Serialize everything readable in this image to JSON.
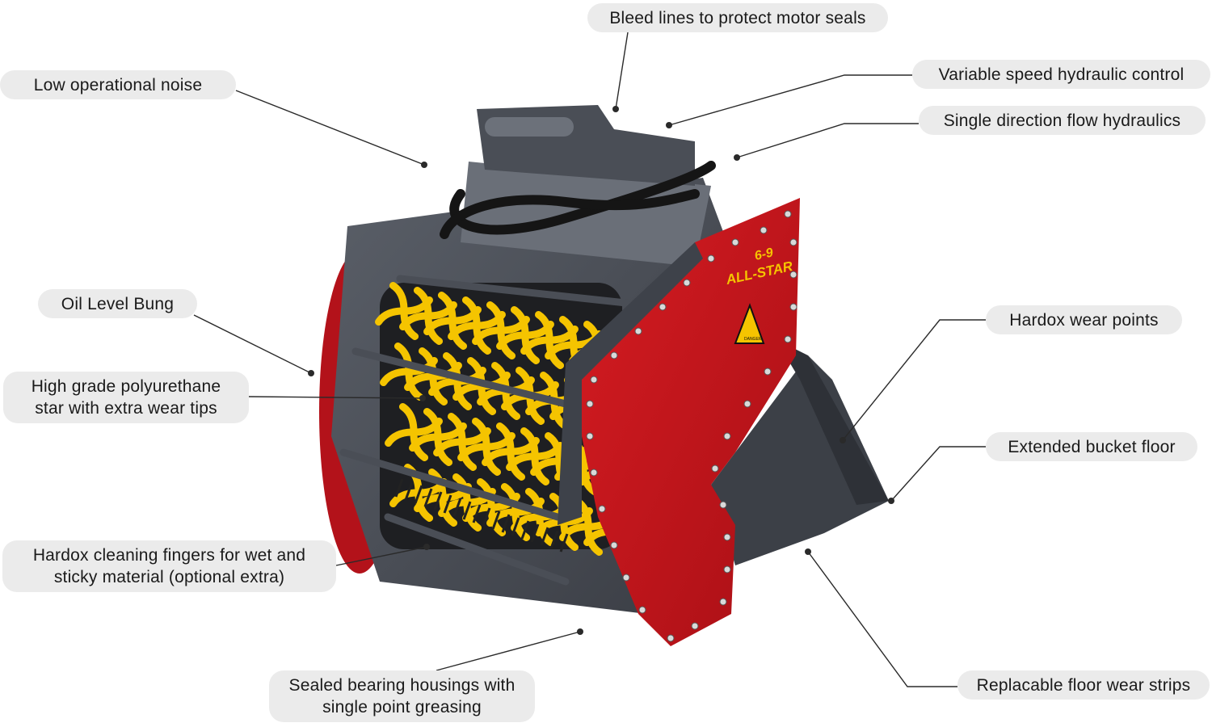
{
  "callouts": {
    "bleed": "Bleed lines to protect motor seals",
    "variable_speed": "Variable speed hydraulic control",
    "single_direction": "Single direction flow hydraulics",
    "low_noise": "Low operational noise",
    "oil_level": "Oil Level Bung",
    "polyurethane": "High grade polyurethane\nstar with extra wear tips",
    "hardox_wear": "Hardox wear points",
    "extended_floor": "Extended bucket floor",
    "cleaning_fingers": "Hardox cleaning fingers for wet and\nsticky material (optional extra)",
    "sealed_bearing": "Sealed bearing housings with\nsingle point greasing",
    "floor_strips": "Replacable floor wear strips"
  },
  "product": {
    "model_badge": "6-9",
    "brand_badge": "ALL-STAR",
    "warning_label": "DANGER"
  },
  "colors": {
    "steel": "#4b4f57",
    "red_side_plate": "#c8161d",
    "polyurethane_yellow": "#f5c400",
    "callout_bg": "#ebebeb"
  }
}
